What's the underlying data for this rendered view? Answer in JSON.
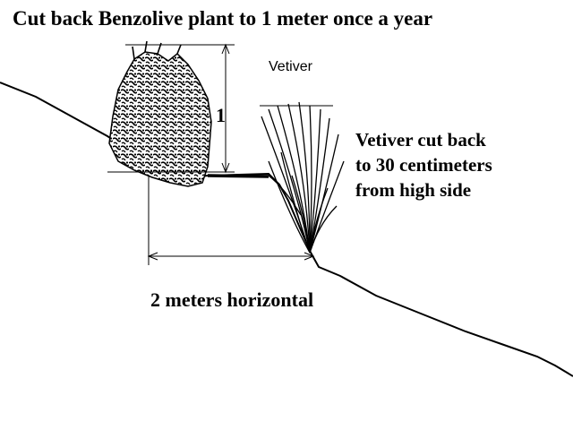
{
  "diagram": {
    "title": "Cut back Benzolive plant  to 1 meter once a year",
    "vetiver_label": "Vetiver",
    "height_dimension": "1",
    "vetiver_note": [
      "Vetiver cut back",
      "to 30 centimeters",
      "from high side"
    ],
    "width_dimension": "2 meters horizontal"
  }
}
